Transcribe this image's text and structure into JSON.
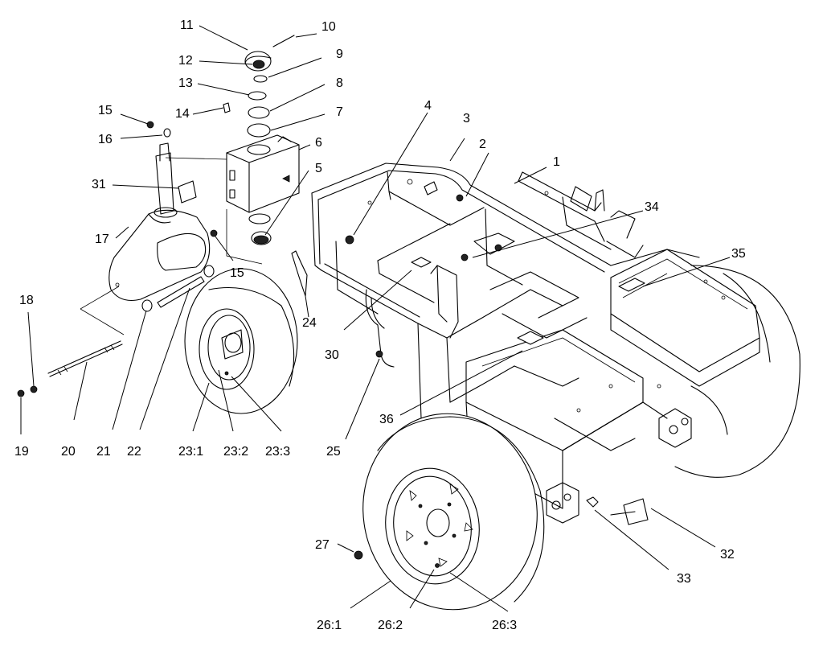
{
  "callouts": {
    "c1": "1",
    "c2": "2",
    "c3": "3",
    "c4": "4",
    "c5": "5",
    "c6": "6",
    "c7": "7",
    "c8": "8",
    "c9": "9",
    "c10": "10",
    "c11": "11",
    "c12": "12",
    "c13": "13",
    "c14": "14",
    "c15a": "15",
    "c15b": "15",
    "c16": "16",
    "c17": "17",
    "c18": "18",
    "c19": "19",
    "c20": "20",
    "c21": "21",
    "c22": "22",
    "c23_1": "23:1",
    "c23_2": "23:2",
    "c23_3": "23:3",
    "c24": "24",
    "c25": "25",
    "c26_1": "26:1",
    "c26_2": "26:2",
    "c26_3": "26:3",
    "c27": "27",
    "c30": "30",
    "c31": "31",
    "c32": "32",
    "c33": "33",
    "c34": "34",
    "c35": "35",
    "c36": "36"
  }
}
